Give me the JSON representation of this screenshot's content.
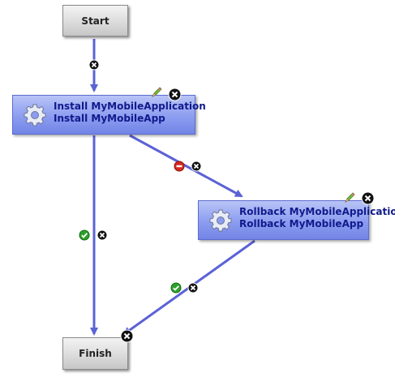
{
  "workflow": {
    "start": {
      "label": "Start"
    },
    "finish": {
      "label": "Finish"
    },
    "install": {
      "line1": "Install MyMobileApplication",
      "line2": "Install MyMobileApp"
    },
    "rollback": {
      "line1": "Rollback MyMobileApplication",
      "line2": "Rollback MyMobileApp"
    }
  },
  "edges": [
    {
      "name": "edge-start-to-install",
      "condition": "always"
    },
    {
      "name": "edge-install-to-rollback",
      "condition": "failure"
    },
    {
      "name": "edge-install-to-finish",
      "condition": "success"
    },
    {
      "name": "edge-rollback-to-finish",
      "condition": "success"
    }
  ],
  "icons": {
    "node": "gear-icon",
    "edit": "pencil-icon",
    "delete": "close-icon",
    "success": "check-icon",
    "failure": "minus-icon"
  },
  "colors": {
    "connector": "#5b62d6",
    "task_text": "#101a8c",
    "success": "#2ca02c",
    "failure": "#d42a1e"
  }
}
